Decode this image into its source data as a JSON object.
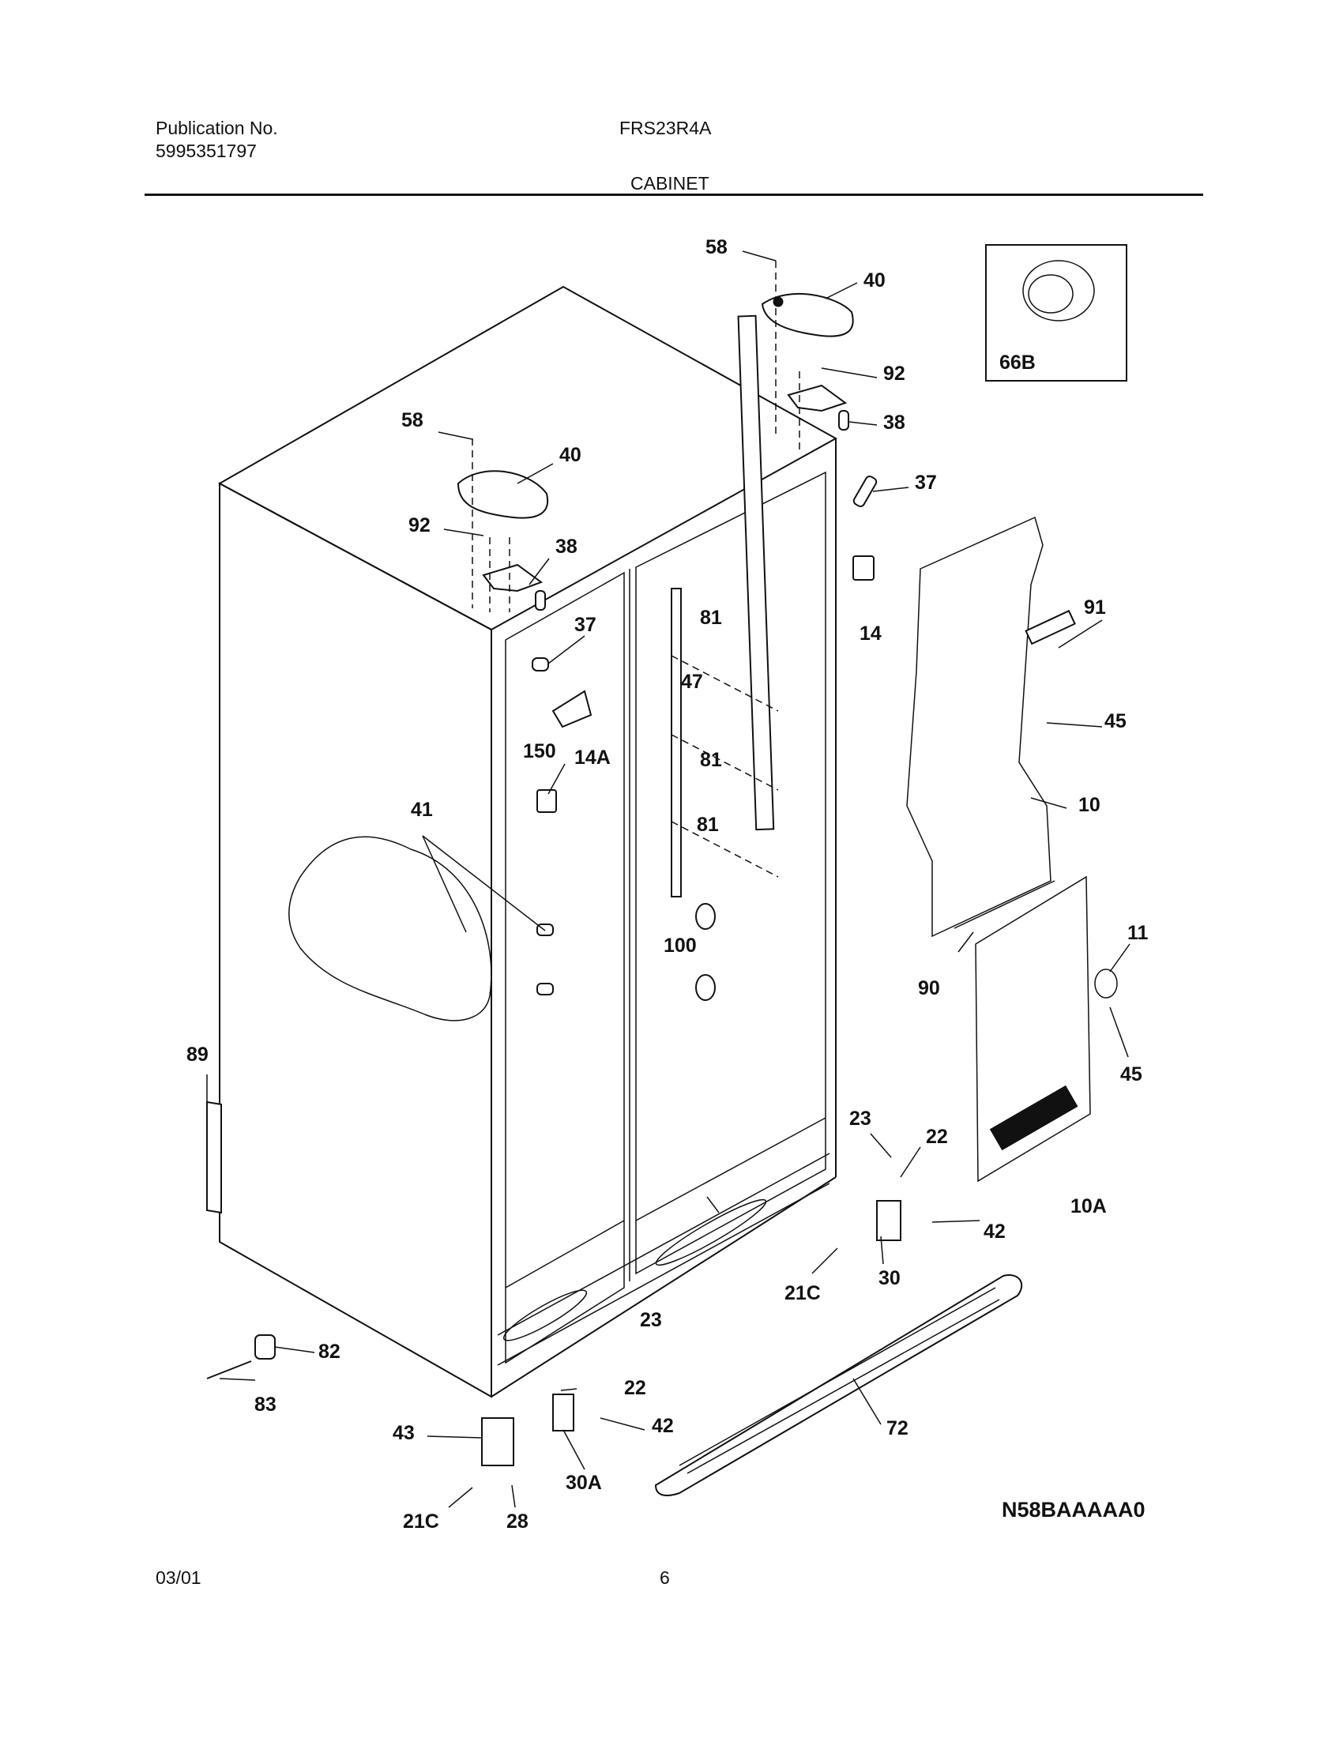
{
  "header": {
    "publication_label": "Publication No.",
    "publication_number": "5995351797",
    "model": "FRS23R4A",
    "section_title": "CABINET"
  },
  "footer": {
    "date": "03/01",
    "page_number": "6"
  },
  "diagram": {
    "drawing_code": "N58BAAAAA0",
    "inset_label": "66B",
    "callouts": [
      {
        "id": "c58a",
        "text": "58"
      },
      {
        "id": "c40a",
        "text": "40"
      },
      {
        "id": "c92a",
        "text": "92"
      },
      {
        "id": "c38a",
        "text": "38"
      },
      {
        "id": "c37a",
        "text": "37"
      },
      {
        "id": "c58b",
        "text": "58"
      },
      {
        "id": "c40b",
        "text": "40"
      },
      {
        "id": "c92b",
        "text": "92"
      },
      {
        "id": "c38b",
        "text": "38"
      },
      {
        "id": "c37b",
        "text": "37"
      },
      {
        "id": "c81a",
        "text": "81"
      },
      {
        "id": "c14",
        "text": "14"
      },
      {
        "id": "c91",
        "text": "91"
      },
      {
        "id": "c47",
        "text": "47"
      },
      {
        "id": "c150",
        "text": "150"
      },
      {
        "id": "c14A",
        "text": "14A"
      },
      {
        "id": "c81b",
        "text": "81"
      },
      {
        "id": "c45a",
        "text": "45"
      },
      {
        "id": "c41",
        "text": "41"
      },
      {
        "id": "c81c",
        "text": "81"
      },
      {
        "id": "c10",
        "text": "10"
      },
      {
        "id": "c100",
        "text": "100"
      },
      {
        "id": "c11",
        "text": "11"
      },
      {
        "id": "c90",
        "text": "90"
      },
      {
        "id": "c89",
        "text": "89"
      },
      {
        "id": "c45b",
        "text": "45"
      },
      {
        "id": "c23a",
        "text": "23"
      },
      {
        "id": "c22a",
        "text": "22"
      },
      {
        "id": "c10A",
        "text": "10A"
      },
      {
        "id": "c42a",
        "text": "42"
      },
      {
        "id": "c30",
        "text": "30"
      },
      {
        "id": "c21Ca",
        "text": "21C"
      },
      {
        "id": "c23b",
        "text": "23"
      },
      {
        "id": "c82",
        "text": "82"
      },
      {
        "id": "c22b",
        "text": "22"
      },
      {
        "id": "c83",
        "text": "83"
      },
      {
        "id": "c42b",
        "text": "42"
      },
      {
        "id": "c43",
        "text": "43"
      },
      {
        "id": "c72",
        "text": "72"
      },
      {
        "id": "c30A",
        "text": "30A"
      },
      {
        "id": "c21Cb",
        "text": "21C"
      },
      {
        "id": "c28",
        "text": "28"
      }
    ]
  }
}
